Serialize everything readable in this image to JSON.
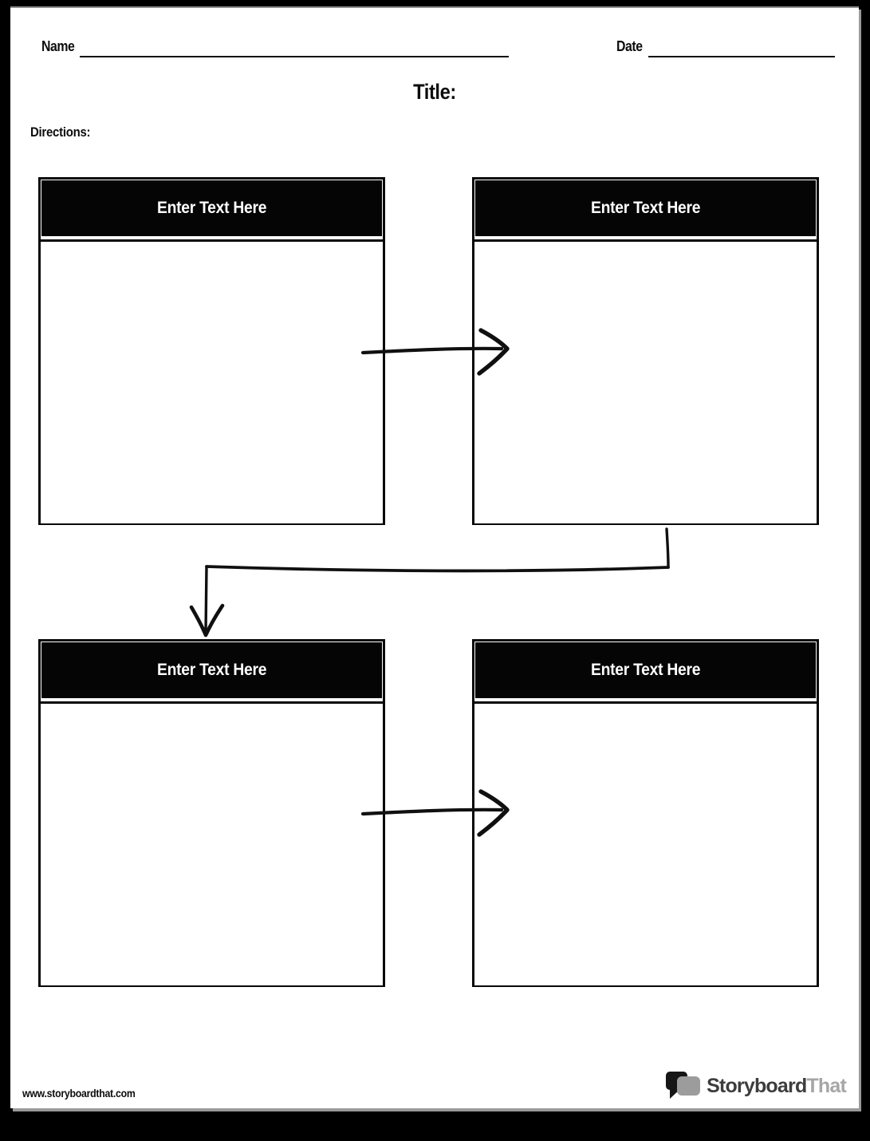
{
  "header": {
    "name_label": "Name",
    "date_label": "Date"
  },
  "title_label": "Title:",
  "directions_label": "Directions:",
  "boxes": [
    {
      "header": "Enter Text Here"
    },
    {
      "header": "Enter Text Here"
    },
    {
      "header": "Enter Text Here"
    },
    {
      "header": "Enter Text Here"
    }
  ],
  "connectors": [
    {
      "name": "arrow-box1-to-box2",
      "type": "right-arrow"
    },
    {
      "name": "arrow-box2-to-box3",
      "type": "elbow-down-arrow"
    },
    {
      "name": "arrow-box3-to-box4",
      "type": "right-arrow"
    }
  ],
  "footer": {
    "website_url": "www.storyboardthat.com",
    "logo": {
      "primary": "Storyboard",
      "secondary": "That"
    }
  },
  "colors": {
    "frame_background": "#000000",
    "page_background": "#ffffff",
    "ink": "#0d0d0d",
    "box_header_background": "#000000",
    "box_header_text": "#ffffff",
    "box_border": "#070707",
    "page_shadow": "#9a9a9a",
    "logo_primary_text": "#3d3d3d",
    "logo_secondary_text": "#a6a6a6"
  }
}
